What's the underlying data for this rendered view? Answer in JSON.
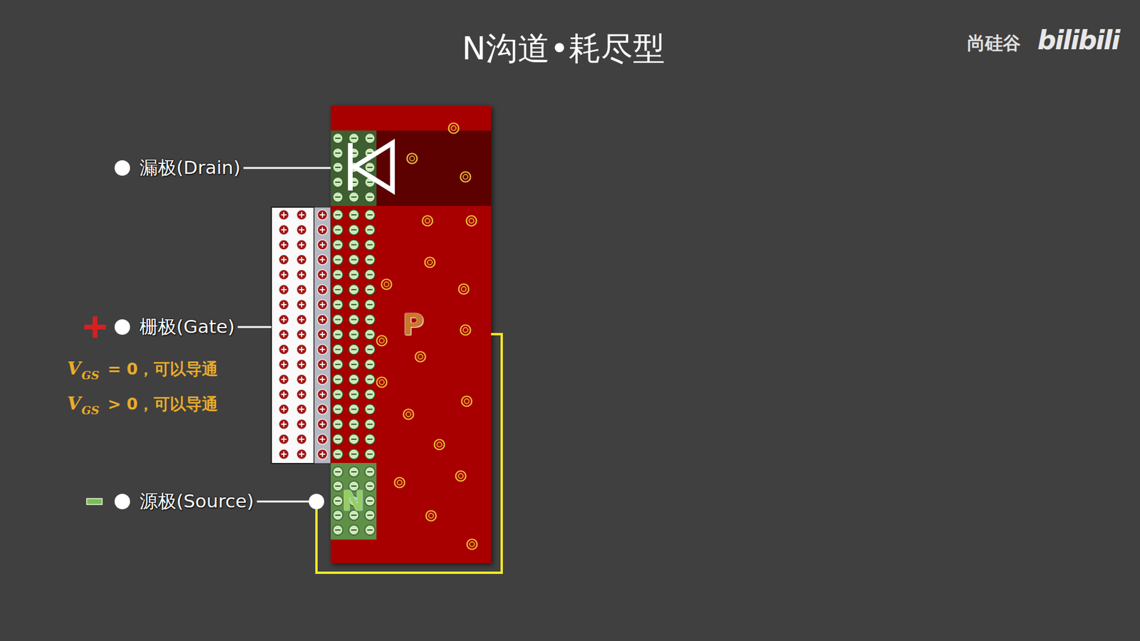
{
  "diagram": {
    "title": "N沟道•耗尽型",
    "nodes": [
      {
        "text": [
          "P"
        ]
      },
      {
        "text": [
          "N"
        ],
        "in": 0
      }
    ],
    "labels": [
      "漏极(Drain)",
      "栅极(Gate)",
      "源极(Source)",
      "V",
      "GS",
      "= 0，可以导通",
      "V",
      "GS",
      "> 0，可以导通",
      "尚硅谷",
      "bilibili"
    ]
  }
}
